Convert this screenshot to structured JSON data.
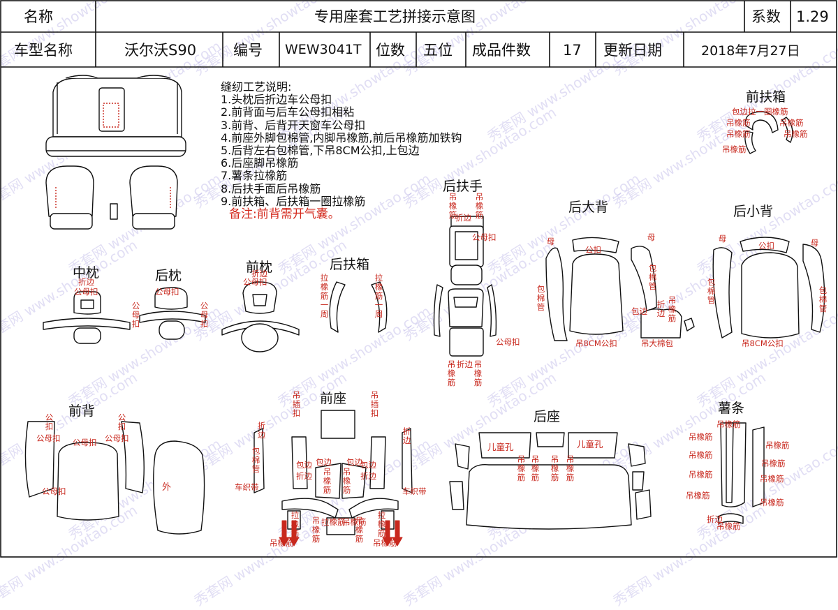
{
  "header": {
    "name_label": "名称",
    "title": "专用座套工艺拼接示意图",
    "coef_label": "系数",
    "coef_value": "1.29",
    "model_label": "车型名称",
    "model_value": "沃尔沃S90",
    "code_label": "编号",
    "code_value": "WEW3041T",
    "seats_label": "位数",
    "seats_value": "五位",
    "pieces_label": "成品件数",
    "pieces_value": "17",
    "date_label": "更新日期",
    "date_value": "2018年7月27日"
  },
  "notes": {
    "heading": "缝纫工艺说明:",
    "items": [
      "1.头枕后折边车公母扣",
      "2.前背面与后车公母扣相粘",
      "3.前背、后背开天窗车公母扣",
      "4.前座外脚包棉管,内脚吊橡筋,前后吊橡筋加铁钩",
      "5.后背左右包棉管,下吊8CM公扣,上包边",
      "6.后座脚吊橡筋",
      "7.薯条拉橡筋",
      "8.后扶手面后吊橡筋",
      "9.前扶箱、后扶箱一圈拉橡筋"
    ],
    "remark": "备注:前背需开气囊。"
  },
  "sections": {
    "front_armbox": "前扶箱",
    "rear_armrest": "后扶手",
    "rear_big_back": "后大背",
    "rear_small_back": "后小背",
    "middle_pillow": "中枕",
    "rear_pillow": "后枕",
    "front_pillow": "前枕",
    "rear_armbox": "后扶箱",
    "front_back": "前背",
    "front_seat": "前座",
    "rear_seat": "后座",
    "fries": "薯条"
  },
  "labels": {
    "fold_edge": "折边",
    "male_female_clip": "公母扣",
    "male_clip": "公扣",
    "female": "母",
    "male": "公",
    "clip": "扣",
    "hang_elastic": "吊橡筋",
    "elastic_pull_circle": "拉橡筋一周",
    "wrap_edge_circle": "包边拉一圈橡筋",
    "wrap_tube": "包棉管",
    "wrap_edge": "包边",
    "hang_8cm": "吊8CM公扣",
    "hang_big_wrap": "吊大棉包",
    "hang_insert_clip": "吊插扣",
    "car_webbing": "车织带",
    "outer": "外",
    "child_hole": "儿童孔",
    "pull_elastic": "拉橡筋"
  },
  "watermark": {
    "site": "秀套网",
    "url": "www.showtao.com"
  }
}
